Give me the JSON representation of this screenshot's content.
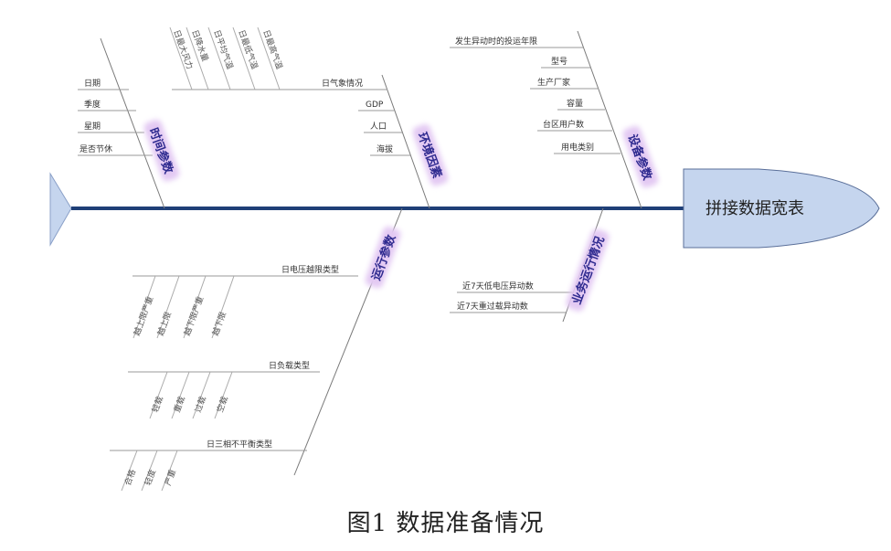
{
  "head": "拼接数据宽表",
  "caption": "图1 数据准备情况",
  "colors": {
    "spine": "#1f3f77",
    "head_fill": "#c5d5ee",
    "tail_fill": "#c5d5ee",
    "category_glow": "#e3c9f3"
  },
  "categories": {
    "time": {
      "label": "时间参数",
      "items": [
        "日期",
        "季度",
        "星期",
        "是否节休"
      ]
    },
    "environment": {
      "label": "环境因素",
      "items": [
        "日气象情况",
        "GDP",
        "人口",
        "海拔"
      ],
      "weather_subitems": [
        "日最高气温",
        "日最低气温",
        "日平均气温",
        "日降水量",
        "日最大风力"
      ]
    },
    "equipment": {
      "label": "设备参数",
      "items": [
        "发生异动时的投运年限",
        "型号",
        "生产厂家",
        "容量",
        "台区用户数",
        "用电类别"
      ]
    },
    "operation": {
      "label": "运行参数",
      "items": [
        "日电压越限类型",
        "日负载类型",
        "日三相不平衡类型"
      ],
      "voltage_subitems": [
        "越上限严重",
        "越上限",
        "越下限严重",
        "越下限"
      ],
      "load_subitems": [
        "轻载",
        "重载",
        "过载",
        "空载"
      ],
      "unbalance_subitems": [
        "合格",
        "轻度",
        "严重"
      ]
    },
    "business": {
      "label": "业务运行情况",
      "items": [
        "近7天低电压异动数",
        "近7天重过载异动数"
      ]
    }
  }
}
